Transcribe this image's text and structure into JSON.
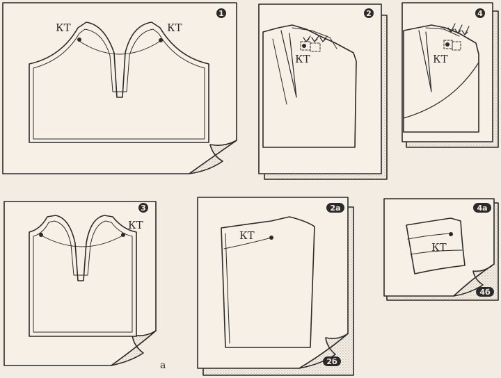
{
  "figure": {
    "caption": "а",
    "paper_color": "#f3ece2",
    "ink_color": "#2a2a2a"
  },
  "panels": {
    "p1": {
      "badge": "1",
      "labels": [
        "КТ",
        "КТ"
      ]
    },
    "p2": {
      "badge": "2",
      "labels": [
        "КТ"
      ]
    },
    "p4": {
      "badge": "4",
      "labels": [
        "КТ"
      ]
    },
    "p3": {
      "badge": "3",
      "labels": [
        "КТ"
      ]
    },
    "p2a": {
      "badge": "2а",
      "labels": [
        "КТ"
      ],
      "corner_badge": "2б"
    },
    "p4a": {
      "badge": "4а",
      "labels": [
        "КТ"
      ],
      "corner_badge": "4б"
    }
  }
}
